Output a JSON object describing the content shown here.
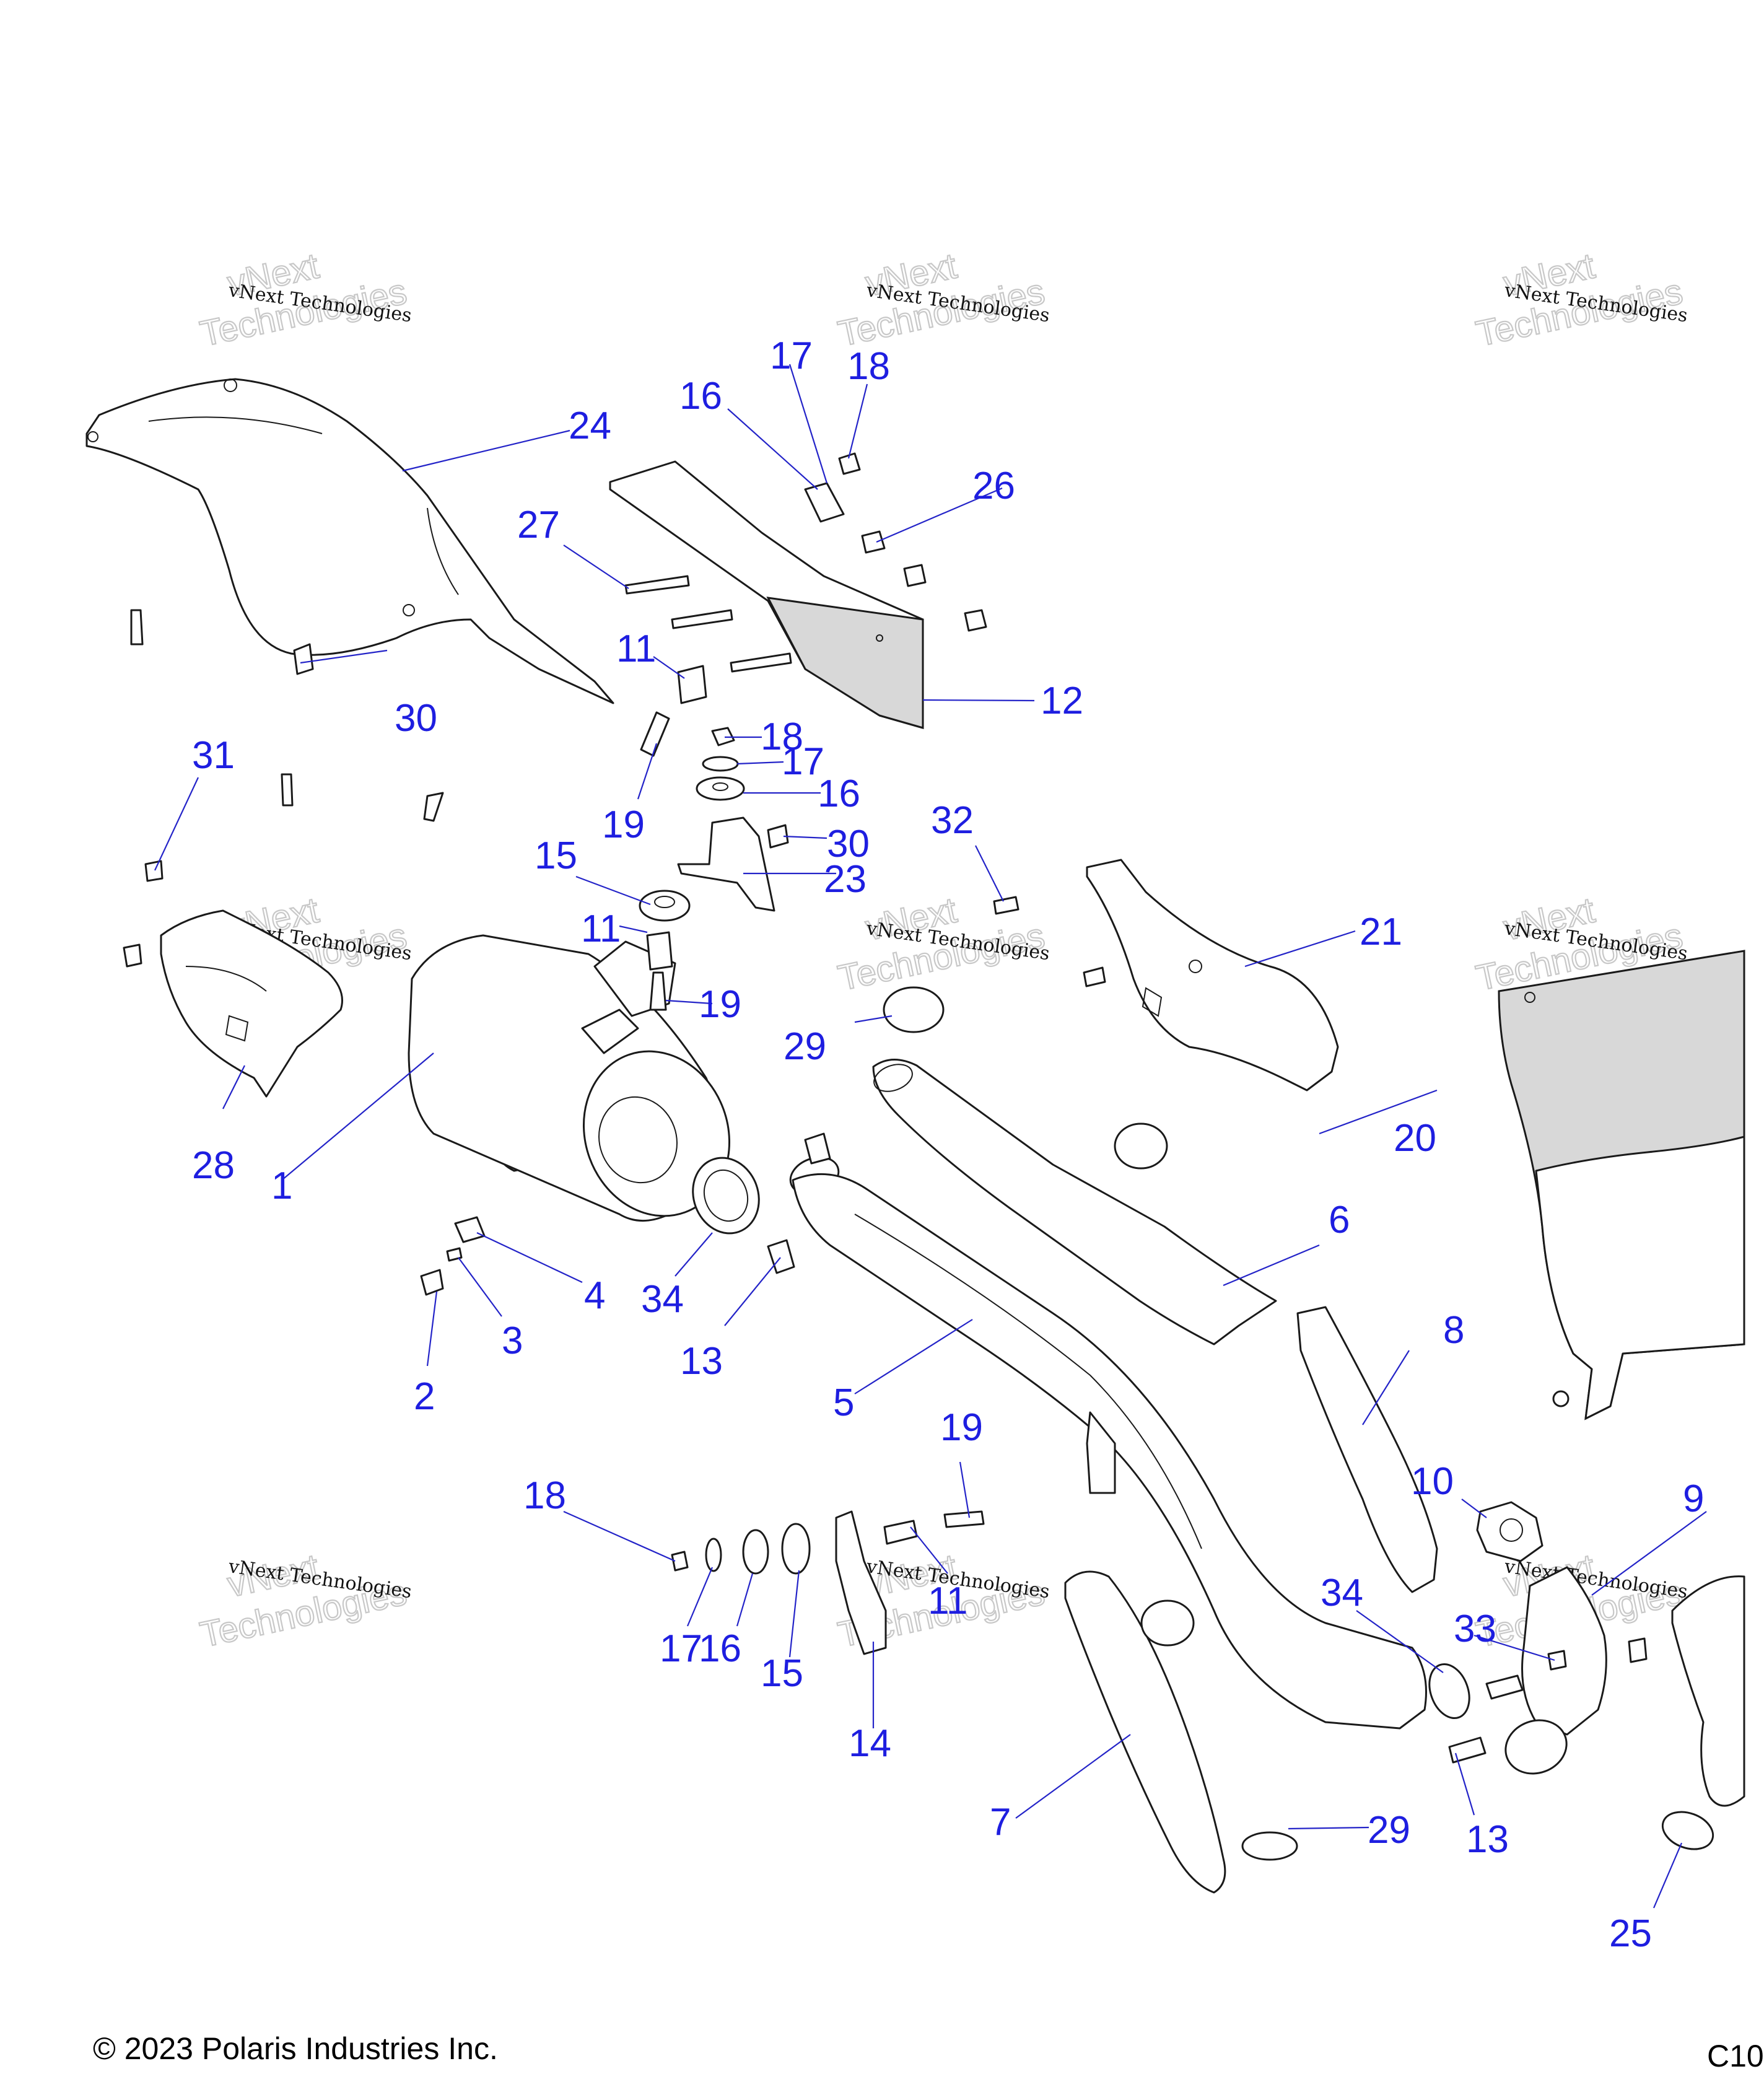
{
  "copyright": "© 2023 Polaris Industries Inc.",
  "figure_code": "C10",
  "watermark": {
    "line1": "vNext Technologies",
    "ghost_line1": "vNext",
    "ghost_line2": "Technologies"
  },
  "callouts": [
    {
      "id": "c1",
      "label": "1"
    },
    {
      "id": "c2",
      "label": "2"
    },
    {
      "id": "c3",
      "label": "3"
    },
    {
      "id": "c4",
      "label": "4"
    },
    {
      "id": "c5",
      "label": "5"
    },
    {
      "id": "c6",
      "label": "6"
    },
    {
      "id": "c7",
      "label": "7"
    },
    {
      "id": "c8",
      "label": "8"
    },
    {
      "id": "c9",
      "label": "9"
    },
    {
      "id": "c10",
      "label": "10"
    },
    {
      "id": "c11a",
      "label": "11"
    },
    {
      "id": "c11b",
      "label": "11"
    },
    {
      "id": "c11c",
      "label": "11"
    },
    {
      "id": "c12",
      "label": "12"
    },
    {
      "id": "c13a",
      "label": "13"
    },
    {
      "id": "c13b",
      "label": "13"
    },
    {
      "id": "c14",
      "label": "14"
    },
    {
      "id": "c15a",
      "label": "15"
    },
    {
      "id": "c15b",
      "label": "15"
    },
    {
      "id": "c16a",
      "label": "16"
    },
    {
      "id": "c16b",
      "label": "16"
    },
    {
      "id": "c16c",
      "label": "16"
    },
    {
      "id": "c17a",
      "label": "17"
    },
    {
      "id": "c17b",
      "label": "17"
    },
    {
      "id": "c17c",
      "label": "17"
    },
    {
      "id": "c18a",
      "label": "18"
    },
    {
      "id": "c18b",
      "label": "18"
    },
    {
      "id": "c18c",
      "label": "18"
    },
    {
      "id": "c19a",
      "label": "19"
    },
    {
      "id": "c19b",
      "label": "19"
    },
    {
      "id": "c19c",
      "label": "19"
    },
    {
      "id": "c20",
      "label": "20"
    },
    {
      "id": "c21",
      "label": "21"
    },
    {
      "id": "c23",
      "label": "23"
    },
    {
      "id": "c24",
      "label": "24"
    },
    {
      "id": "c25",
      "label": "25"
    },
    {
      "id": "c26",
      "label": "26"
    },
    {
      "id": "c27",
      "label": "27"
    },
    {
      "id": "c28",
      "label": "28"
    },
    {
      "id": "c29a",
      "label": "29"
    },
    {
      "id": "c29b",
      "label": "29"
    },
    {
      "id": "c30a",
      "label": "30"
    },
    {
      "id": "c30b",
      "label": "30"
    },
    {
      "id": "c31",
      "label": "31"
    },
    {
      "id": "c32",
      "label": "32"
    },
    {
      "id": "c33",
      "label": "33"
    },
    {
      "id": "c34a",
      "label": "34"
    },
    {
      "id": "c34b",
      "label": "34"
    }
  ]
}
